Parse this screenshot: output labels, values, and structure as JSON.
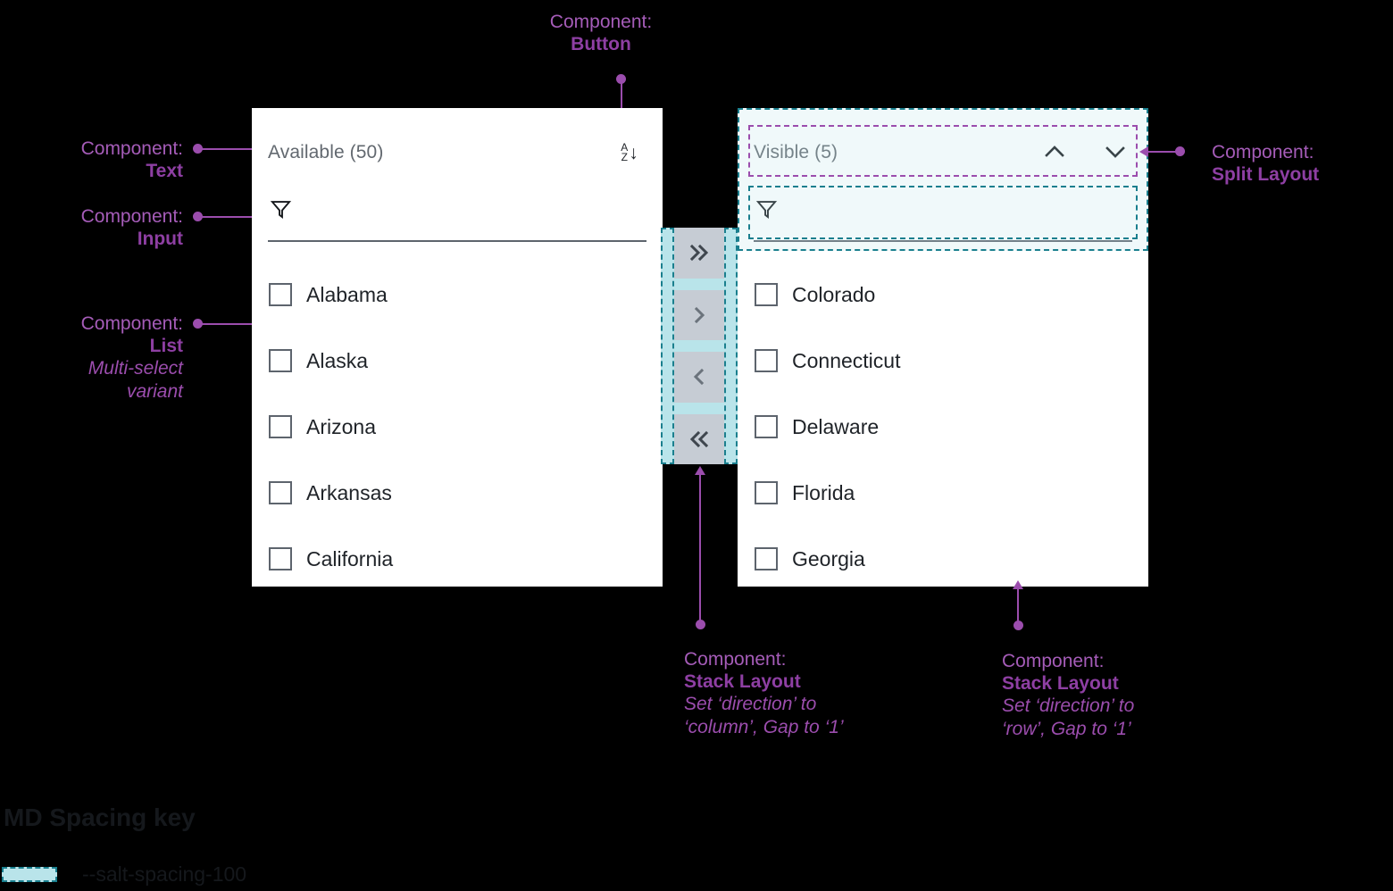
{
  "available_panel": {
    "title": "Available (50)",
    "sort_icon": {
      "top_letter": "A",
      "bottom_letter": "Z",
      "arrow": "↓"
    },
    "filter_placeholder": "",
    "items": [
      {
        "label": "Alabama",
        "checked": false
      },
      {
        "label": "Alaska",
        "checked": false
      },
      {
        "label": "Arizona",
        "checked": false
      },
      {
        "label": "Arkansas",
        "checked": false
      },
      {
        "label": "California",
        "checked": false
      }
    ]
  },
  "visible_panel": {
    "title": "Visible (5)",
    "filter_placeholder": "",
    "items": [
      {
        "label": "Colorado",
        "checked": false
      },
      {
        "label": "Connecticut",
        "checked": false
      },
      {
        "label": "Delaware",
        "checked": false
      },
      {
        "label": "Florida",
        "checked": false
      },
      {
        "label": "Georgia",
        "checked": false
      }
    ]
  },
  "transfer_buttons": [
    {
      "name": "move-all-right",
      "glyph": "»"
    },
    {
      "name": "move-right",
      "glyph": "›"
    },
    {
      "name": "move-left",
      "glyph": "‹"
    },
    {
      "name": "move-all-left",
      "glyph": "«"
    }
  ],
  "annotations": {
    "button": {
      "kicker": "Component:",
      "name": "Button"
    },
    "text": {
      "kicker": "Component:",
      "name": "Text"
    },
    "input": {
      "kicker": "Component:",
      "name": "Input"
    },
    "list": {
      "kicker": "Component:",
      "name": "List",
      "sub1": "Multi-select",
      "sub2": "variant"
    },
    "split_layout": {
      "kicker": "Component:",
      "name": "Split Layout"
    },
    "stack_column": {
      "kicker": "Component:",
      "name": "Stack Layout",
      "sub1": "Set ‘direction’ to",
      "sub2": "‘column’, Gap to ‘1’"
    },
    "stack_row": {
      "kicker": "Component:",
      "name": "Stack Layout",
      "sub1": "Set ‘direction’ to",
      "sub2": "‘row’, Gap to ‘1’"
    }
  },
  "spacing_key": {
    "title": "MD Spacing key",
    "token": "--salt-spacing-100"
  },
  "colors": {
    "annotation": "#9b4dad",
    "spacing_fill": "#b9e4ea",
    "spacing_border": "#1a7f8e",
    "panel_bg": "#ffffff",
    "button_bg": "#c6ccd4",
    "canvas": "#000000"
  }
}
